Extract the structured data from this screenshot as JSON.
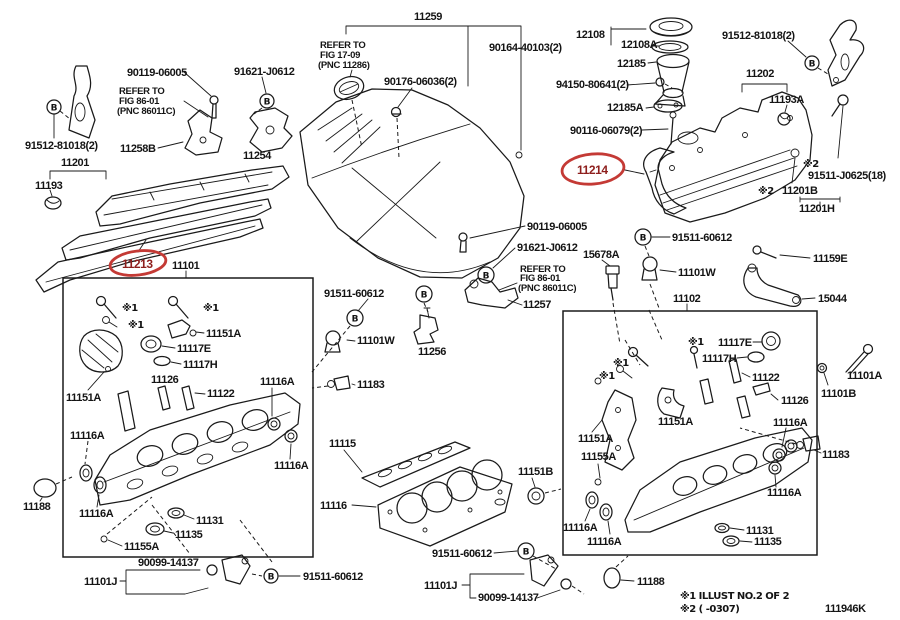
{
  "highlight": {
    "circle_color": "#c43a35",
    "label_color": "#8e1f1d",
    "items": [
      "11213",
      "11214"
    ]
  },
  "parts": {
    "p11101": "11101",
    "p11101A": "11101A",
    "p11101B": "11101B",
    "p11101J": "11101J",
    "p11101W": "11101W",
    "p11102": "11102",
    "p11115": "11115",
    "p11116": "11116",
    "p11116A": "11116A",
    "p11117E": "11117E",
    "p11117H": "11117H",
    "p11122": "11122",
    "p11126": "11126",
    "p11131": "11131",
    "p11135": "11135",
    "p11151A": "11151A",
    "p11151B": "11151B",
    "p11155A": "11155A",
    "p11159E": "11159E",
    "p11183": "11183",
    "p11188": "11188",
    "p11193": "11193",
    "p11193A": "11193A",
    "p11201": "11201",
    "p11201B": "11201B",
    "p11201H": "11201H",
    "p11202": "11202",
    "p11213": "11213",
    "p11214": "11214",
    "p11254": "11254",
    "p11256": "11256",
    "p11257": "11257",
    "p11258B": "11258B",
    "p11259": "11259",
    "p12108": "12108",
    "p12108A": "12108A",
    "p12185": "12185",
    "p12185A": "12185A",
    "p15044": "15044",
    "p15678A": "15678A",
    "p90099": "90099-14137",
    "p90116": "90116-06079(2)",
    "p90119": "90119-06005",
    "p90164": "90164-40103(2)",
    "p90176": "90176-06036(2)",
    "p91511_60612": "91511-60612",
    "p91511_J0625": "91511-J0625(18)",
    "p91512": "91512-81018(2)",
    "p91621": "91621-J0612",
    "p94150": "94150-80641(2)",
    "star1": "※1",
    "star2": "※2",
    "b": "B"
  },
  "refer_fig17": {
    "l1": "REFER TO",
    "l2": "FIG 17-09",
    "l3": "(PNC 11286)"
  },
  "refer_fig86": {
    "l1": "REFER TO",
    "l2": "FIG 86-01",
    "l3": "(PNC 86011C)"
  },
  "footer": {
    "note1": "※1  ILLUST NO.2 OF 2",
    "note2": "※2 (      -0307)",
    "code": "111946K"
  }
}
